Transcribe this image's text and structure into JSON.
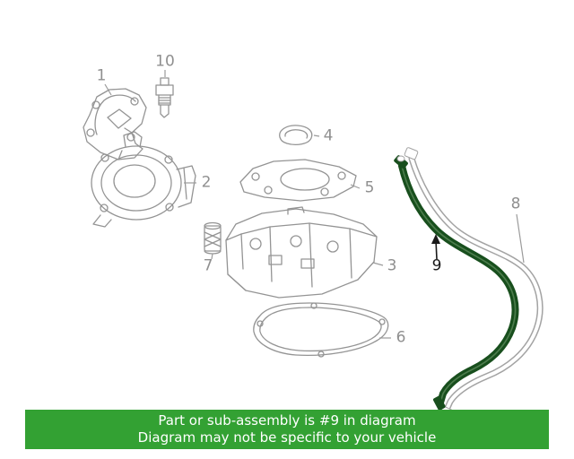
{
  "banner": {
    "line1": "Part or sub-assembly is #9 in diagram",
    "line2": "Diagram may not be specific to your vehicle",
    "bg_color": "#33a133",
    "text_color": "#ffffff"
  },
  "diagram": {
    "highlighted_part": "9",
    "highlight_color": "#184f1d",
    "line_color": "#949494",
    "callouts": {
      "c1": "1",
      "c2": "2",
      "c3": "3",
      "c4": "4",
      "c5": "5",
      "c6": "6",
      "c7": "7",
      "c8": "8",
      "c9": "9",
      "c10": "10"
    }
  }
}
